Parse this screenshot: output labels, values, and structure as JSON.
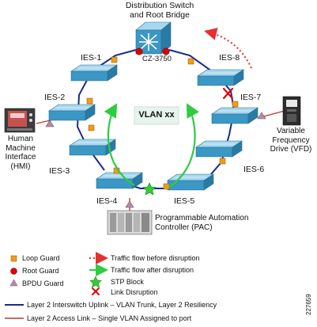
{
  "title": {
    "line1": "Distribution Switch",
    "line2": "and Root Bridge"
  },
  "root_switch": "CZ-3750",
  "switches": [
    "IES-1",
    "IES-2",
    "IES-3",
    "IES-4",
    "IES-5",
    "IES-6",
    "IES-7",
    "IES-8"
  ],
  "vlan_label": "VLAN xx",
  "devices": {
    "hmi": [
      "Human",
      "Machine",
      "Interface",
      "(HMI)"
    ],
    "vfd": [
      "Variable",
      "Frequency",
      "Drive (VFD)"
    ],
    "pac": [
      "Programmable Automation",
      "Controller (PAC)"
    ]
  },
  "legend": {
    "loop_guard": "Loop Guard",
    "root_guard": "Root Guard",
    "bpdu_guard": "BPDU Guard",
    "flow_before": "Traffic flow before disruption",
    "flow_after": "Traffic flow after disruption",
    "stp_block": "STP Block",
    "link_disruption": "Link Disruption",
    "uplink": "Layer 2 Interswitch Uplink – VLAN Trunk, Layer 2 Resiliency",
    "access": "Layer 2 Access Link – Single VLAN Assigned to port"
  },
  "figure_id": "227659",
  "colors": {
    "uplink": "#1c2a8c",
    "access": "#c0392b",
    "switch_top": "#9fd2ec",
    "switch_side": "#3b97c4",
    "loop_guard": "#f39c12",
    "root_guard": "#e00000",
    "bpdu_guard": "#b98aa6",
    "flow_before": "#e53030",
    "flow_after": "#2ecc40",
    "stp_block": "#33cc33"
  }
}
